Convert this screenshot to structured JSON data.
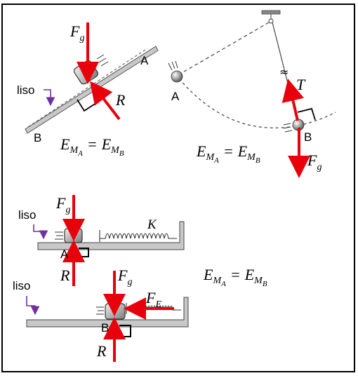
{
  "colors": {
    "force": "#e8000b",
    "callout": "#7030a0",
    "frame": "#000000",
    "surface": "#c8c8c8"
  },
  "panel_incline": {
    "force_weight": "F",
    "force_weight_sub": "g",
    "force_normal": "R",
    "point_top": "A",
    "point_bottom": "B",
    "surface_label": "liso",
    "equation": {
      "lhs": "E",
      "lhs_sub": "M",
      "lhs_subsub": "A",
      "op": "=",
      "rhs": "E",
      "rhs_sub": "M",
      "rhs_subsub": "B"
    }
  },
  "panel_pendulum": {
    "point_left": "A",
    "point_bottom": "B",
    "tension": "T",
    "break_mark": "≈",
    "force_weight": "F",
    "force_weight_sub": "g",
    "equation": {
      "lhs": "E",
      "lhs_sub": "M",
      "lhs_subsub": "A",
      "op": "=",
      "rhs": "E",
      "rhs_sub": "M",
      "rhs_subsub": "B"
    }
  },
  "panel_spring_a": {
    "surface_label": "liso",
    "force_weight": "F",
    "force_weight_sub": "g",
    "force_normal": "R",
    "point": "A",
    "spring_constant": "K"
  },
  "panel_spring_b": {
    "surface_label": "liso",
    "force_weight": "F",
    "force_weight_sub": "g",
    "force_elastic": "F",
    "force_elastic_sub": "E",
    "force_normal": "R",
    "point": "B"
  },
  "equation_spring": {
    "lhs": "E",
    "lhs_sub": "M",
    "lhs_subsub": "A",
    "op": "=",
    "rhs": "E",
    "rhs_sub": "M",
    "rhs_subsub": "B"
  }
}
